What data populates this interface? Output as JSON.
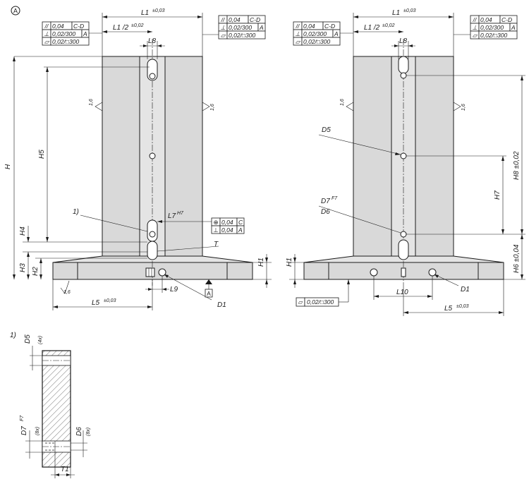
{
  "view_label": "A",
  "labels": {
    "L1": "L1",
    "L1_tol": "±0,03",
    "L1_half": "L1 /2",
    "L1_half_tol": "±0,02",
    "L8": "L8",
    "H": "H",
    "H5": "H5",
    "H4": "H4",
    "H3": "H3",
    "H2": "H2",
    "H1": "H1",
    "H6": "H6 ±0,04",
    "H7": "H7",
    "H8": "H8 ±0,02",
    "L7": "L7",
    "L7_fit": "H7",
    "T": "T",
    "note1": "1)",
    "L9": "L9",
    "L10": "L10",
    "L5": "L5",
    "L5_tol": "±0,03",
    "D1": "D1",
    "D5": "D5",
    "D6": "D6",
    "D7": "D7",
    "D7_fit": "F7",
    "T1": "T1",
    "rough": "1,6",
    "datum_A": "A",
    "D5_count": "(4x)",
    "D7_count": "(8x)",
    "D6_count": "(8x)"
  },
  "tolerance_frames": {
    "top": [
      {
        "symbol": "//",
        "value": "0,04",
        "ref": "C-D"
      },
      {
        "symbol": "⊥",
        "value": "0,02/300",
        "ref": "A"
      },
      {
        "symbol": "▱",
        "value": "0,02/□300",
        "ref": ""
      }
    ],
    "position": [
      {
        "symbol": "⊕",
        "value": "0,04",
        "ref": "C"
      },
      {
        "symbol": "⊥",
        "value": "0,04",
        "ref": "A"
      }
    ],
    "base_flatness": {
      "symbol": "▱",
      "value": "0,02/□300"
    }
  }
}
